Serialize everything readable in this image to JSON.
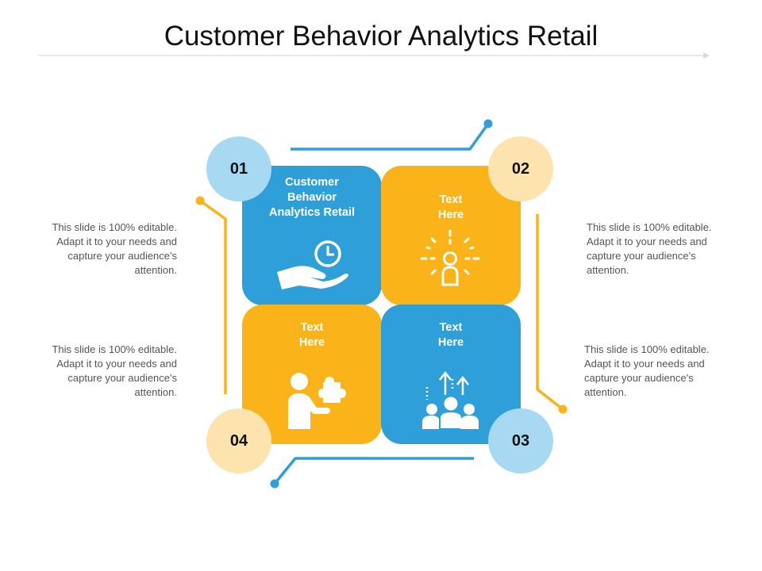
{
  "title": "Customer Behavior Analytics Retail",
  "colors": {
    "blue": "#2f9fd9",
    "orange": "#fab419",
    "light_blue": "#a7d9f2",
    "light_orange": "#fde3ad"
  },
  "tiles": [
    {
      "label": "Customer\nBehavior\nAnalytics Retail",
      "icon": "hand-clock-icon"
    },
    {
      "label": "Text\nHere",
      "icon": "person-idea-icon"
    },
    {
      "label": "Text\nHere",
      "icon": "team-growth-icon"
    },
    {
      "label": "Text\nHere",
      "icon": "person-puzzle-icon"
    }
  ],
  "badges": [
    "01",
    "02",
    "03",
    "04"
  ],
  "descriptions": [
    "This slide is 100% editable. Adapt it to your needs and capture your audience's attention.",
    "This slide is 100% editable. Adapt it to your needs and capture your audience's attention.",
    "This slide is 100% editable. Adapt it to your needs and capture your audience's attention.",
    "This slide is 100% editable. Adapt it to your needs and capture your audience's attention."
  ]
}
